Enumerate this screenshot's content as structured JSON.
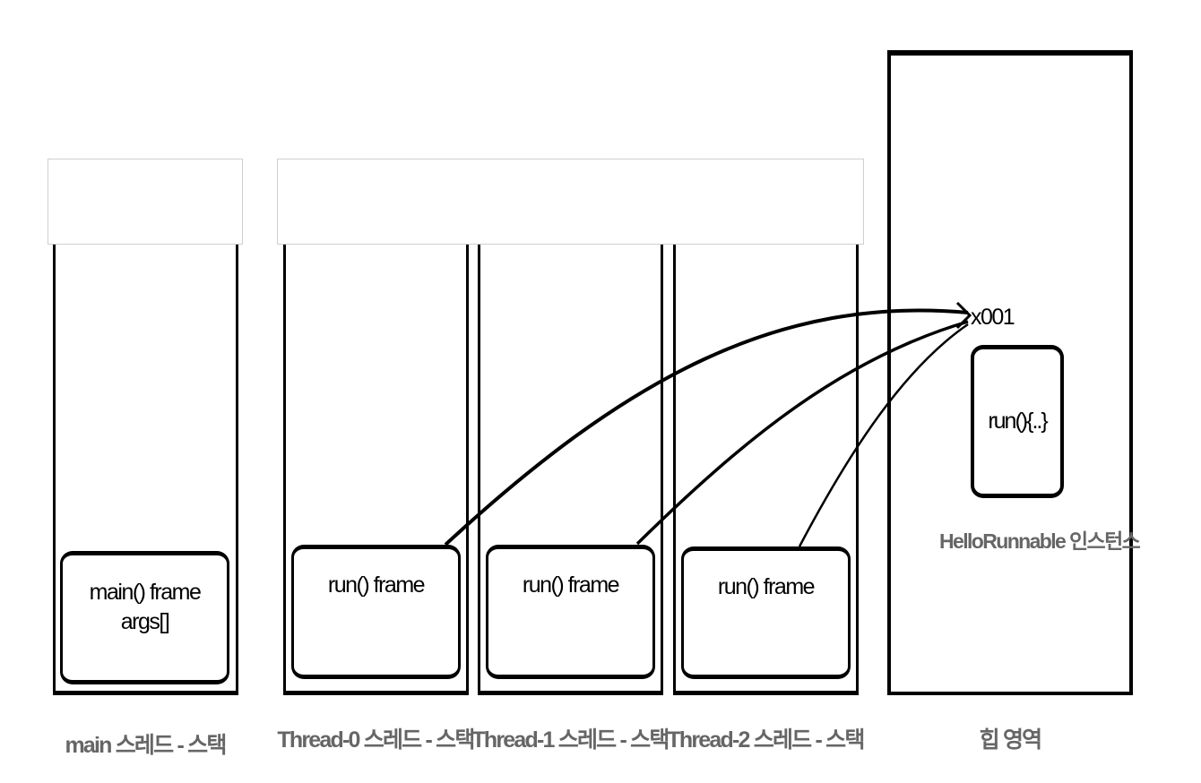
{
  "stacks": [
    {
      "caption": "main 스레드 - 스택",
      "frame_lines": [
        "main() frame",
        "args[]"
      ]
    },
    {
      "caption": "Thread-0 스레드 - 스택",
      "frame_lines": [
        "run() frame"
      ]
    },
    {
      "caption": "Thread-1 스레드 - 스택",
      "frame_lines": [
        "run() frame"
      ]
    },
    {
      "caption": "Thread-2 스레드 - 스택",
      "frame_lines": [
        "run() frame"
      ]
    }
  ],
  "heap": {
    "caption": "힙 영역",
    "reference_label": "x001",
    "instance_method": "run(){..}",
    "instance_caption": "HelloRunnable 인스턴스"
  }
}
